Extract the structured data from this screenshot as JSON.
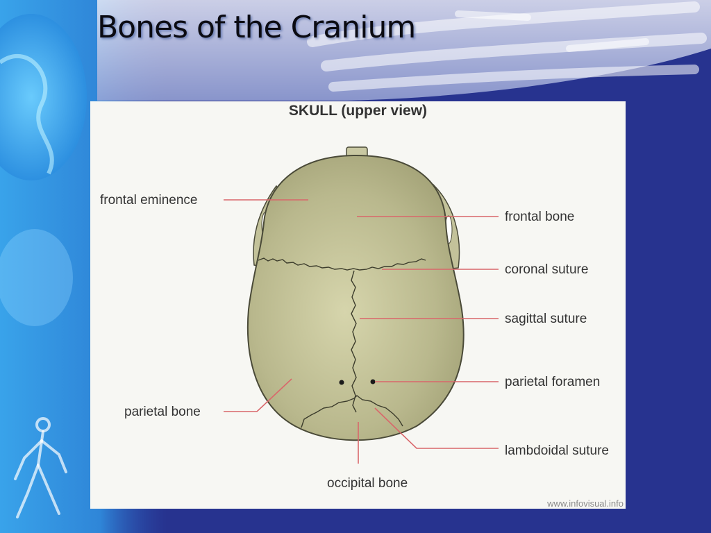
{
  "slide": {
    "title": "Bones of the Cranium"
  },
  "figure": {
    "title": "SKULL (upper view)",
    "labels": {
      "frontal_eminence": "frontal eminence",
      "frontal_bone": "frontal bone",
      "coronal_suture": "coronal suture",
      "sagittal_suture": "sagittal suture",
      "parietal_foramen": "parietal foramen",
      "parietal_bone": "parietal bone",
      "lambdoidal_suture": "lambdoidal suture",
      "occipital_bone": "occipital bone"
    },
    "watermark": "www.infovisual.info"
  },
  "colors": {
    "background": "#27338f",
    "skull": "#b7b68a",
    "leader_line": "#d9676b",
    "title_text": "#0b0b12"
  }
}
